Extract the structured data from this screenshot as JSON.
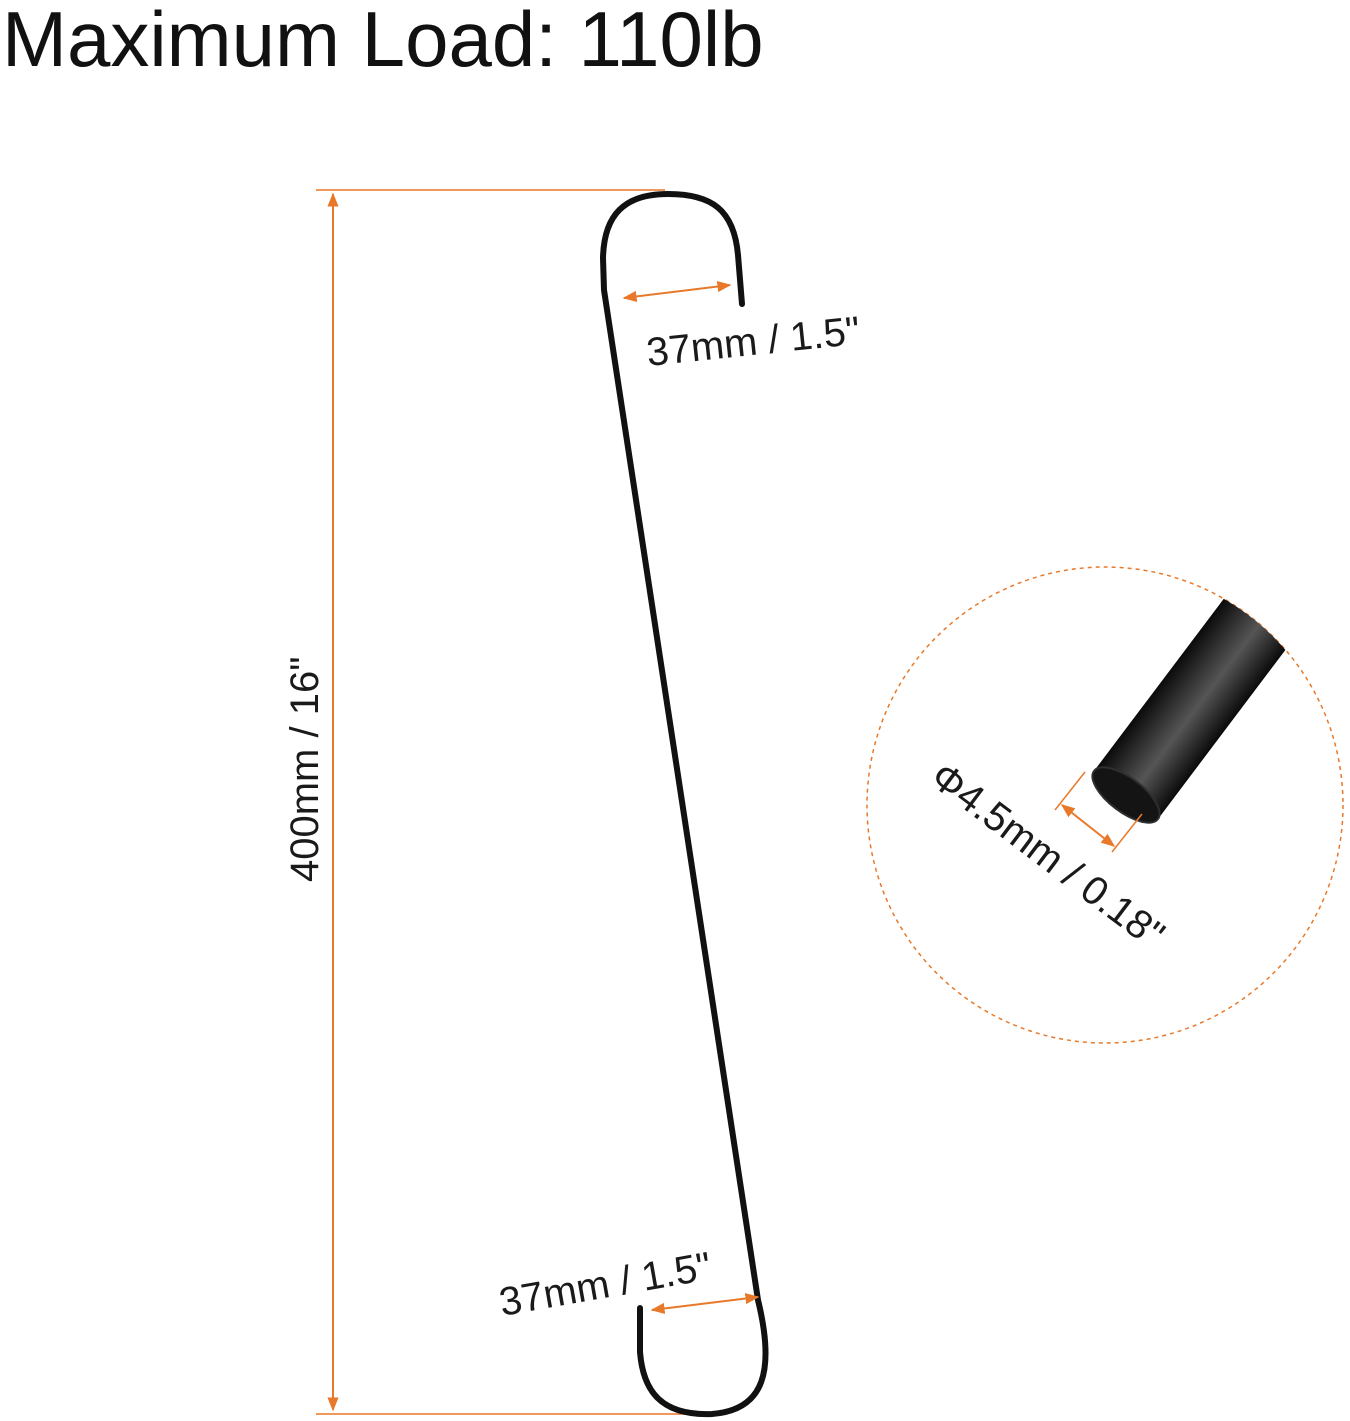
{
  "title": "Maximum Load: 110lb",
  "dimensions": {
    "length": "400mm / 16\"",
    "top_opening": "37mm / 1.5\"",
    "bottom_opening": "37mm / 1.5\"",
    "diameter": "Φ4.5mm / 0.18\""
  },
  "colors": {
    "accent": "#e8792a",
    "hook": "#111111"
  }
}
